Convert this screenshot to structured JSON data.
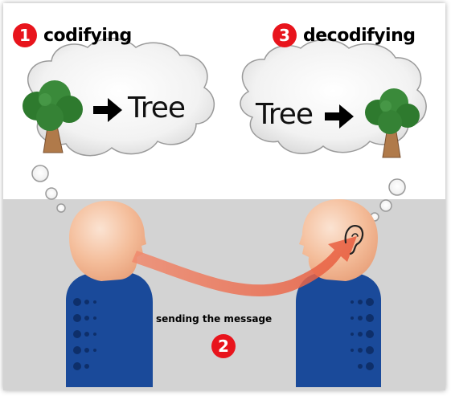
{
  "steps": [
    {
      "number": "1",
      "label": "codifying"
    },
    {
      "number": "2",
      "label": "sending the message"
    },
    {
      "number": "3",
      "label": "decodifying"
    }
  ],
  "left_bubble": {
    "word": "Tree"
  },
  "right_bubble": {
    "word": "Tree"
  },
  "colors": {
    "badge": "#e8141c",
    "background_band": "#d3d3d3",
    "head_skin": "#f4c0a0",
    "body": "#1a4a9a",
    "arrow": "#e8624a",
    "tree_leaves": "#2e7a2e",
    "tree_trunk": "#b07a4a"
  },
  "icons": [
    "tree-icon",
    "arrow-right-icon",
    "thought-bubble-icon",
    "ear-icon",
    "curved-arrow-icon"
  ]
}
